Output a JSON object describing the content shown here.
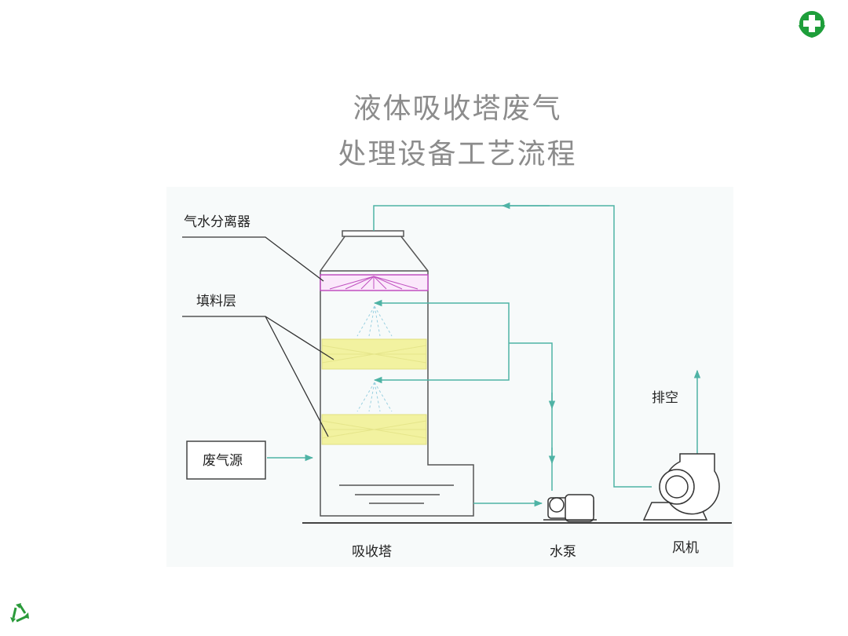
{
  "title": {
    "line1": "液体吸收塔废气",
    "line2": "处理设备工艺流程"
  },
  "diagram": {
    "labels": {
      "separator": "气水分离器",
      "packing": "填料层",
      "source": "废气源",
      "vent": "排空",
      "tower": "吸收塔",
      "pump": "水泵",
      "fan": "风机"
    }
  },
  "colors": {
    "title": "#8c8c8c",
    "flow_line": "#4fb3a5",
    "packing": "#f2f2a0",
    "separator": "#c050c0",
    "spray": "#9ad0e0",
    "logo": "#1e9e3a"
  },
  "icons": [
    "logo-cross-icon",
    "recycle-icon"
  ]
}
